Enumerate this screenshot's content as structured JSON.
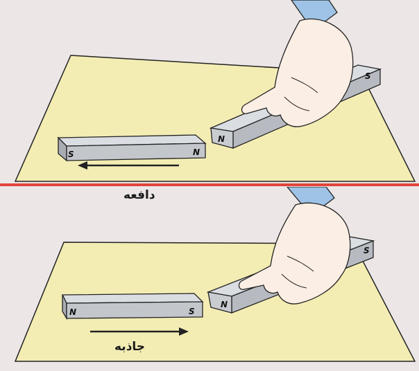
{
  "colors": {
    "background": "#ece6e6",
    "paper": "#f3edb4",
    "magnet_top": "#c7cacf",
    "magnet_side": "#a5a9b0",
    "skin": "#fbeee4",
    "sleeve": "#9ec3e6",
    "divider": "#e0443a"
  },
  "top_panel": {
    "caption": "دافعه",
    "floor_magnet": {
      "left_pole": "S",
      "right_pole": "N"
    },
    "held_magnet": {
      "near_pole": "N",
      "far_pole": "S"
    },
    "arrow_direction": "left"
  },
  "bottom_panel": {
    "caption": "جاذبه",
    "floor_magnet": {
      "left_pole": "N",
      "right_pole": "S"
    },
    "held_magnet": {
      "near_pole": "N",
      "far_pole": "S"
    },
    "arrow_direction": "right"
  }
}
